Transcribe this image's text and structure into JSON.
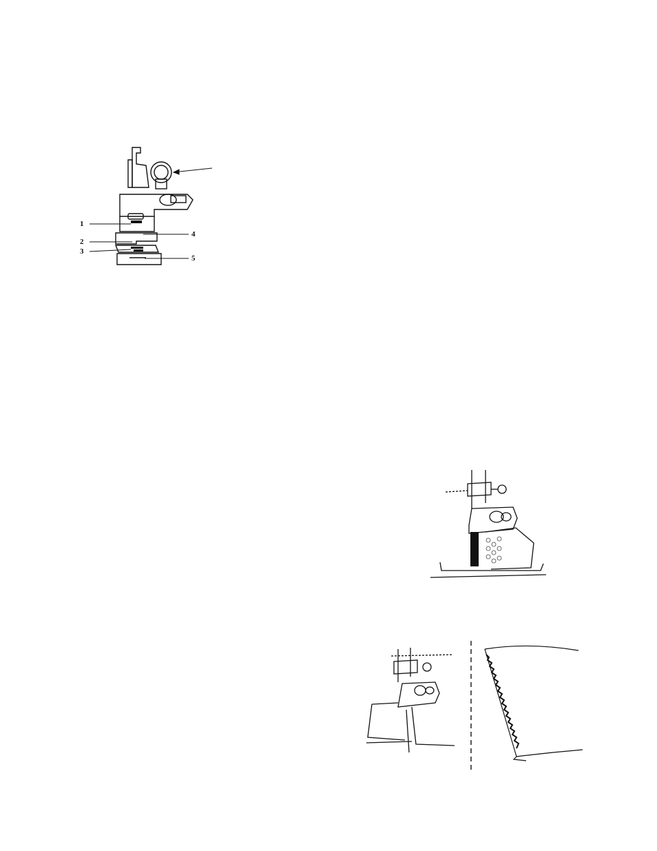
{
  "figure_presser_foot": {
    "callouts": {
      "c1": "1",
      "c2": "2",
      "c3": "3",
      "c4": "4",
      "c5": "5"
    }
  },
  "figure_lace_sewing": {},
  "figure_rolled_hem": {}
}
